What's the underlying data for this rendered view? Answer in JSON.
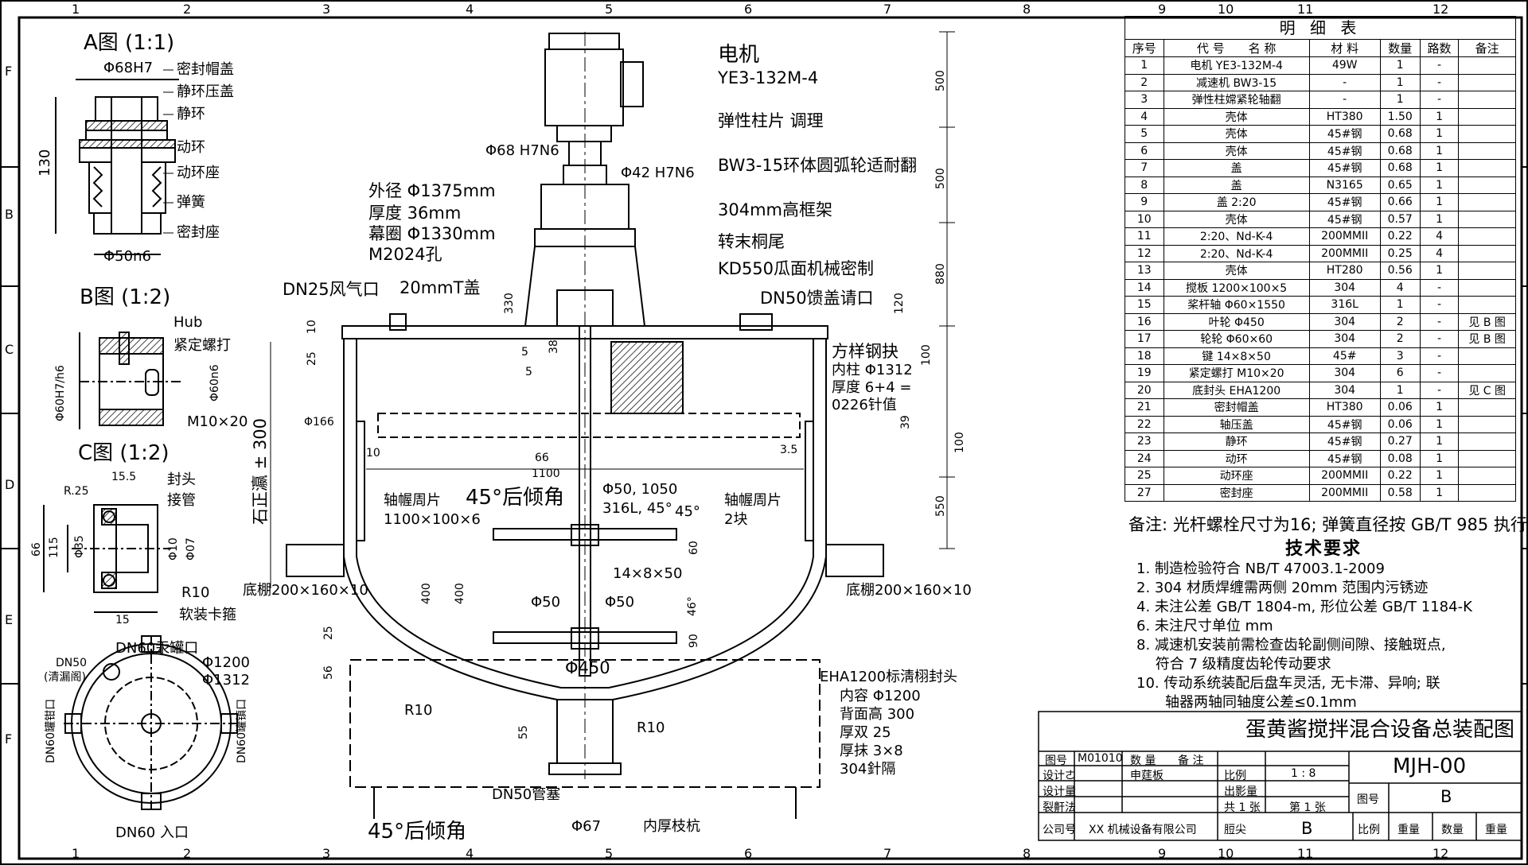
{
  "zones": {
    "columns": [
      "1",
      "2",
      "3",
      "4",
      "5",
      "6",
      "7",
      "8",
      "9",
      "10",
      "11",
      "12"
    ],
    "rows": [
      "F",
      "B",
      "C",
      "D",
      "E",
      "F"
    ]
  },
  "detail_a": {
    "title": "A图 (1:1)",
    "dim_top": "Φ68H7",
    "dim_bottom": "Φ50n6",
    "dim_height": "130",
    "parts": [
      "密封帽盖",
      "静环压盖",
      "静环",
      "动环",
      "动环座",
      "弹簧",
      "密封座"
    ]
  },
  "detail_b": {
    "title": "B图 (1:2)",
    "hub": "Hub",
    "set_screw": "紧定螺打",
    "bore": "Φ60H7/h6",
    "shaft": "Φ60n6",
    "screw": "M10×20"
  },
  "detail_c": {
    "title": "C图 (1:2)",
    "r": "R.25",
    "w": "15.5",
    "cap": "封头",
    "pipe": "接管",
    "h1": "115",
    "h2": "Φ35",
    "h3": "Φ10",
    "h4": "Φ07",
    "total": "66",
    "r10": "R10",
    "bottom": "15",
    "soft": "软装卡箍"
  },
  "top_view": {
    "dn50": "DN50",
    "dn50_note": "(清漏阁)",
    "dn60_top": "DN60汞罐口",
    "d1200": "Φ1200",
    "d1312": "Φ1312",
    "dn60_left": "DN60罐钳口",
    "dn60_right": "DN60罐镇口",
    "dn60_bottom": "DN60 入口"
  },
  "main": {
    "motor": "电机",
    "motor_model": "YE3-132M-4",
    "coupling": "弹性柱片 调理",
    "fit_68": "Φ68 H7N6",
    "fit_42": "Φ42 H7N6",
    "reducer": "BW3-15环体圆弧轮适耐翻",
    "frame": "304mm高框架",
    "tail": "转末桐尾",
    "seal": "KD550瓜面机械密制",
    "dn50_cover": "DN50馈盖请口",
    "outer": "外径 Φ1375mm",
    "thick": "厚度 36mm",
    "screen": "幕圈 Φ1330mm",
    "holes": "M2024孔",
    "dn25": "DN25风气口",
    "cover20": "20mmT盖",
    "square": "方样钢抉",
    "inner": "内柱 Φ1312",
    "thick2": "厚度 6+4 =",
    "value": "0226针值",
    "d166": "Φ166",
    "d66": "66",
    "d1100": "1100",
    "d10": "10",
    "d35": "3.5",
    "d5a": "5",
    "d5b": "5",
    "d38": "38",
    "d330": "330",
    "d120": "120",
    "d100": "100",
    "d39": "39",
    "d25": "25",
    "d10b": "10",
    "tilt": "45°后倾角",
    "shaft_spec": "Φ50, 1050",
    "shaft_mat": "316L, 45°",
    "ang45": "45°",
    "baffle_l": "轴幄周片",
    "baffle_l2": "1100×100×6",
    "baffle_r": "轴幄周片",
    "baffle_r2": "2块",
    "key": "14×8×50",
    "d50a": "Φ50",
    "d50b": "Φ50",
    "d60": "60",
    "d400a": "400",
    "d400b": "400",
    "d46": "46°",
    "d90": "90",
    "d450": "Φ450",
    "base_l": "底棚200×160×10",
    "base_r": "底棚200×160×10",
    "level": "石正瀛 ± 300",
    "head": "EHA1200标淸栩封头",
    "head1": "内容 Φ1200",
    "head2": "背面高 300",
    "head3": "厚双 25",
    "head4": "厚抹 3×8",
    "head5": "304針隔",
    "r10a": "R10",
    "r10b": "R10",
    "d55": "55",
    "d25b": "25",
    "d56": "56",
    "dn50_bottom": "DN50管塞",
    "d67": "Φ67",
    "inner_pin": "内厚枝杭",
    "tilt2": "45°后倾角",
    "h500a": "500",
    "h500b": "500",
    "h880": "880",
    "h100": "100",
    "h550": "550"
  },
  "bom": {
    "title": "明 细 表",
    "headers": [
      "序号",
      "代 号　　名 称",
      "材 料",
      "数量",
      "路数",
      "备注"
    ],
    "rows": [
      [
        "1",
        "电机 YE3-132M-4",
        "49W",
        "1",
        "-",
        ""
      ],
      [
        "2",
        "减速机 BW3-15",
        "-",
        "1",
        "-",
        ""
      ],
      [
        "3",
        "弹性柱嫦紧轮轴翻",
        "-",
        "1",
        "-",
        ""
      ],
      [
        "4",
        "壳体",
        "HT380",
        "1.50",
        "1",
        ""
      ],
      [
        "5",
        "壳体",
        "45#钢",
        "0.68",
        "1",
        ""
      ],
      [
        "6",
        "壳体",
        "45#钢",
        "0.68",
        "1",
        ""
      ],
      [
        "7",
        "盖",
        "45#钢",
        "0.68",
        "1",
        ""
      ],
      [
        "8",
        "盖",
        "N3165",
        "0.65",
        "1",
        ""
      ],
      [
        "9",
        "盖 2:20",
        "45#钢",
        "0.66",
        "1",
        ""
      ],
      [
        "10",
        "壳体",
        "45#钢",
        "0.57",
        "1",
        ""
      ],
      [
        "11",
        "2:20、Nd-K-4",
        "200MMII",
        "0.22",
        "4",
        ""
      ],
      [
        "12",
        "2:20、Nd-K-4",
        "200MMII",
        "0.25",
        "4",
        ""
      ],
      [
        "13",
        "壳体",
        "HT280",
        "0.56",
        "1",
        ""
      ],
      [
        "14",
        "搅板 1200×100×5",
        "304",
        "4",
        "-",
        ""
      ],
      [
        "15",
        "桨杆轴 Φ60×1550",
        "316L",
        "1",
        "-",
        ""
      ],
      [
        "16",
        "叶轮 Φ450",
        "304",
        "2",
        "-",
        "见 B 图"
      ],
      [
        "17",
        "轮轮 Φ60×60",
        "304",
        "2",
        "-",
        "见 B 图"
      ],
      [
        "18",
        "键 14×8×50",
        "45#",
        "3",
        "-",
        ""
      ],
      [
        "19",
        "紧定螺打 M10×20",
        "304",
        "6",
        "-",
        ""
      ],
      [
        "20",
        "底封头 EHA1200",
        "304",
        "1",
        "-",
        "见 C 图"
      ],
      [
        "21",
        "密封帽盖",
        "HT380",
        "0.06",
        "1",
        ""
      ],
      [
        "22",
        "轴压盖",
        "45#钢",
        "0.06",
        "1",
        ""
      ],
      [
        "23",
        "静环",
        "45#钢",
        "0.27",
        "1",
        ""
      ],
      [
        "24",
        "动环",
        "45#钢",
        "0.08",
        "1",
        ""
      ],
      [
        "25",
        "动环座",
        "200MMII",
        "0.22",
        "1",
        ""
      ],
      [
        "27",
        "密封座",
        "200MMII",
        "0.58",
        "1",
        ""
      ]
    ],
    "note": "备注: 光杆螺栓尺寸为16; 弹簧直径按 GB/T 985 执行"
  },
  "tech": {
    "title": "技术要求",
    "lines": [
      "1. 制造检验符合 NB/T 47003.1-2009",
      "2. 304 材质焊缠需两侧 20mm 范围内污锈迹",
      "4. 未注公差 GB/T 1804-m, 形位公差 GB/T 1184-K",
      "6. 未注尺寸单位 mm",
      "8. 减速机安装前需检查齿轮副侧间隙、接触斑点,",
      "　 符合 7 级精度齿轮传动要求",
      "10. 传动系统装配后盘车灵活, 无卡滞、异响; 联",
      "　　轴器两轴同轴度公差≤0.1mm"
    ]
  },
  "title_block": {
    "name": "蛋黄酱搅拌混合设备总装配图",
    "drawing_no": "MJH-00",
    "label_no": "图号",
    "code": "M01010",
    "qty": "数 量",
    "remark": "备 注",
    "design": "设计ㄜ",
    "design2": "申莛板",
    "ratio_label": "比例",
    "ratio": "1 : 8",
    "design3": "设计量",
    "out": "出影量",
    "check": "裂鼾法",
    "sheets": "共 1 张",
    "sheet": "第 1 张",
    "fig": "图号",
    "rev": "B",
    "company_label": "公司号",
    "company": "XX 机械设备有限公司",
    "stage": "脰尖",
    "stage_val": "B",
    "c1": "比例",
    "c2": "重量",
    "c3": "数量",
    "c4": "重量"
  }
}
